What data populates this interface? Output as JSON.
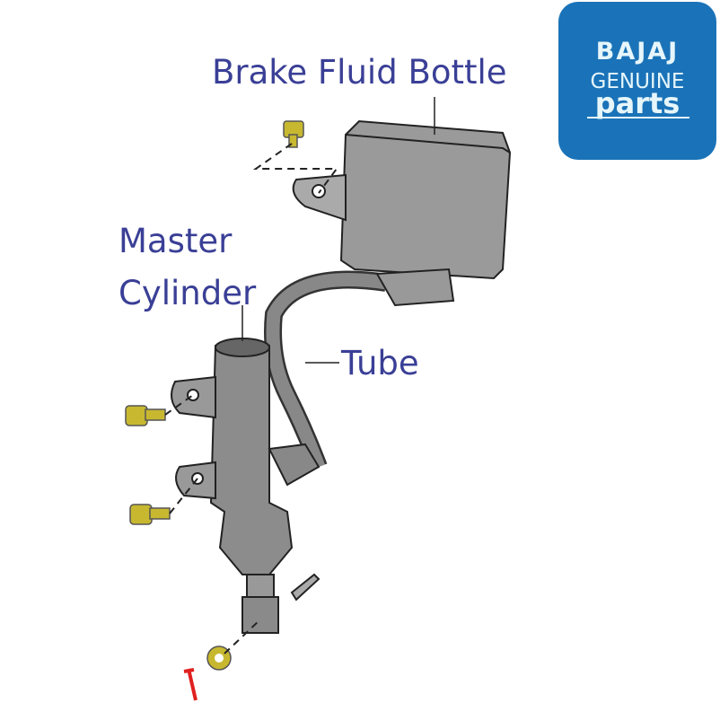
{
  "labels": {
    "bottle": "Brake Fluid Bottle",
    "master_line1": "Master",
    "master_line2": "Cylinder",
    "tube": "Tube"
  },
  "logo": {
    "brand": "BAJAJ",
    "line2": "GENUINE",
    "line3": "parts",
    "color": "#1a73b8"
  },
  "colors": {
    "label": "#3a3f96",
    "part": "#8a8a8a",
    "bolt": "#c8b830"
  }
}
